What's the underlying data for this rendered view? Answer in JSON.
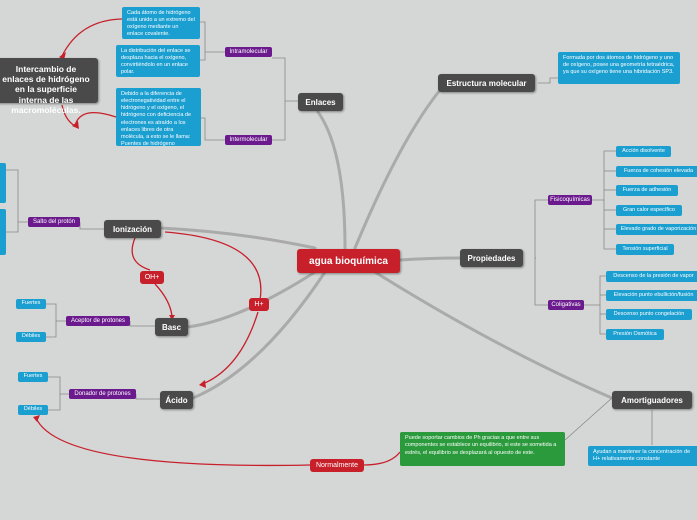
{
  "center": "agua bioquímica",
  "branches": {
    "enlaces": "Enlaces",
    "estructura": "Estructura molecular",
    "propiedades": "Propiedades",
    "amortiguadores": "Amortiguadores",
    "ionizacion": "Ionización",
    "base": "Basc",
    "acido": "Ácido"
  },
  "enlaces_notes": {
    "intermolecular_title": "Intercambio de enlaces de hidrógeno en la superficie interna de las macromoléculas.",
    "note1": "Cada átomo de hidrógeno está unido a un extremo del oxígeno mediante un enlace covalente.",
    "note2": "La distribución del enlace se desplaza hacia el oxígeno, convirtiéndolo en un enlace polar.",
    "note3": "Debido a la diferencia de electronegatividad entre el hidrógeno y el oxígeno, el hidrógeno con deficiencia de electrones es atraído a los enlaces libres de otra molécula, a esto se le llama: Puentes de hidrógeno",
    "intramolecular": "Intramolecular",
    "intermolecular": "Intermolecular"
  },
  "estructura_note": "Formada por dos átomos de hidrógeno y uno de oxígeno, posee una geometría tetraédrica, ya que su oxígeno tiene una hibridación SP3.",
  "propiedades": {
    "fisicoquimicas": "Fisicoquímicas",
    "fisico_items": [
      "Acción disolvente",
      "Fuerza de cohesión elevada",
      "Fuerza de adhesión",
      "Gran calor específico",
      "Elevado grado de vaporización",
      "Tensión superficial"
    ],
    "coligativas": "Coligativas",
    "coligativas_items": [
      "Descenso de la presión de vapor",
      "Elevación punto ebullición/fusión",
      "Descenso punto congelación",
      "Presión Osmótica"
    ]
  },
  "amortiguadores_notes": {
    "note1": "Puede soportar cambios de Ph gracias a que entre sus componentes se establece un equilibrio, si este se sometida a estrés, el equilibrio se desplazará al opuesto de este.",
    "note2": "Ayudan a mantener la concentración de H+ relativamente constante"
  },
  "ionizacion": {
    "salto": "Salto del protón"
  },
  "base": {
    "aceptor": "Aceptor de protones",
    "fuertes": "Fuertes",
    "debiles": "Débiles"
  },
  "acido": {
    "donador": "Donador de protones",
    "fuertes": "Fuertes",
    "debiles": "Débiles"
  },
  "relations": {
    "oh": "OH+",
    "h": "H+",
    "normalmente": "Normalmente"
  },
  "colors": {
    "center": "#c8202b",
    "topic": "#4a4a4a",
    "subtopic": "#6a1a8c",
    "note": "#1b9ed0",
    "note_green": "#2a9a3c",
    "relation": "#c8202b",
    "background": "#d4d7d6"
  }
}
